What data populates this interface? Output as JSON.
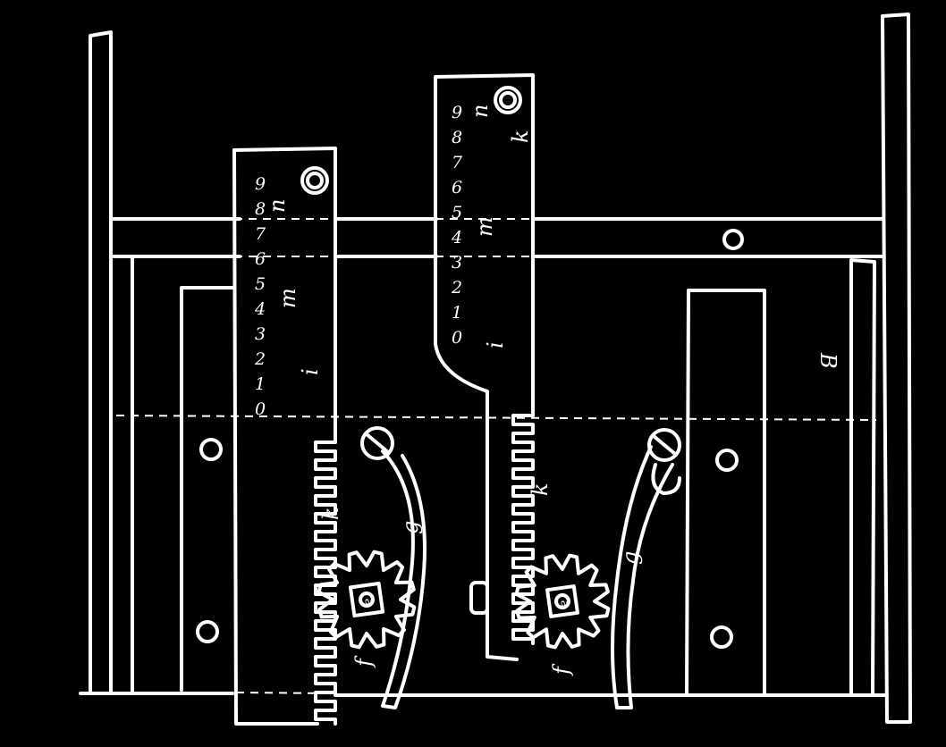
{
  "drawing": {
    "colors": {
      "background": "#000000",
      "ink": "#ffffff"
    },
    "left_rack": {
      "digits": [
        "9",
        "8",
        "7",
        "6",
        "5",
        "4",
        "3",
        "2",
        "1",
        "0"
      ],
      "label_m": "m",
      "label_n": "n",
      "label_k": "k",
      "label_i": "i",
      "label_g": "g",
      "label_f": "f",
      "label_e": "e"
    },
    "right_rack": {
      "digits": [
        "9",
        "8",
        "7",
        "6",
        "5",
        "4",
        "3",
        "2",
        "1",
        "0"
      ],
      "label_m": "m",
      "label_n": "n",
      "label_k": "k",
      "label_i": "i",
      "label_g": "g",
      "label_f": "f",
      "label_e": "e"
    },
    "plate_label": "B"
  }
}
